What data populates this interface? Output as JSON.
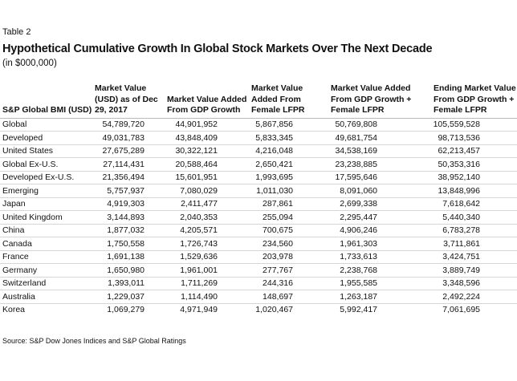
{
  "label": "Table 2",
  "title": "Hypothetical Cumulative Growth In Global Stock Markets Over The Next Decade",
  "subtitle": "(in $000,000)",
  "columns": [
    "S&P Global BMI (USD)",
    "Market Value (USD) as of Dec 29, 2017",
    "Market Value Added From GDP Growth",
    "Market Value Added From Female LFPR",
    "Market Value Added From GDP Growth + Female LFPR",
    "Ending Market Value From GDP Growth + Female LFPR"
  ],
  "rows": [
    [
      "Global",
      "54,789,720",
      "44,901,952",
      "5,867,856",
      "50,769,808",
      "105,559,528"
    ],
    [
      "Developed",
      "49,031,783",
      "43,848,409",
      "5,833,345",
      "49,681,754",
      "98,713,536"
    ],
    [
      "United States",
      "27,675,289",
      "30,322,121",
      "4,216,048",
      "34,538,169",
      "62,213,457"
    ],
    [
      "Global Ex-U.S.",
      "27,114,431",
      "20,588,464",
      "2,650,421",
      "23,238,885",
      "50,353,316"
    ],
    [
      "Developed Ex-U.S.",
      "21,356,494",
      "15,601,951",
      "1,993,695",
      "17,595,646",
      "38,952,140"
    ],
    [
      "Emerging",
      "5,757,937",
      "7,080,029",
      "1,011,030",
      "8,091,060",
      "13,848,996"
    ],
    [
      "Japan",
      "4,919,303",
      "2,411,477",
      "287,861",
      "2,699,338",
      "7,618,642"
    ],
    [
      "United Kingdom",
      "3,144,893",
      "2,040,353",
      "255,094",
      "2,295,447",
      "5,440,340"
    ],
    [
      "China",
      "1,877,032",
      "4,205,571",
      "700,675",
      "4,906,246",
      "6,783,278"
    ],
    [
      "Canada",
      "1,750,558",
      "1,726,743",
      "234,560",
      "1,961,303",
      "3,711,861"
    ],
    [
      "France",
      "1,691,138",
      "1,529,636",
      "203,978",
      "1,733,613",
      "3,424,751"
    ],
    [
      "Germany",
      "1,650,980",
      "1,961,001",
      "277,767",
      "2,238,768",
      "3,889,749"
    ],
    [
      "Switzerland",
      "1,393,011",
      "1,711,269",
      "244,316",
      "1,955,585",
      "3,348,596"
    ],
    [
      "Australia",
      "1,229,037",
      "1,114,490",
      "148,697",
      "1,263,187",
      "2,492,224"
    ],
    [
      "Korea",
      "1,069,279",
      "4,971,949",
      "1,020,467",
      "5,992,417",
      "7,061,695"
    ]
  ],
  "source": "Source: S&P Dow Jones Indices and S&P Global Ratings"
}
